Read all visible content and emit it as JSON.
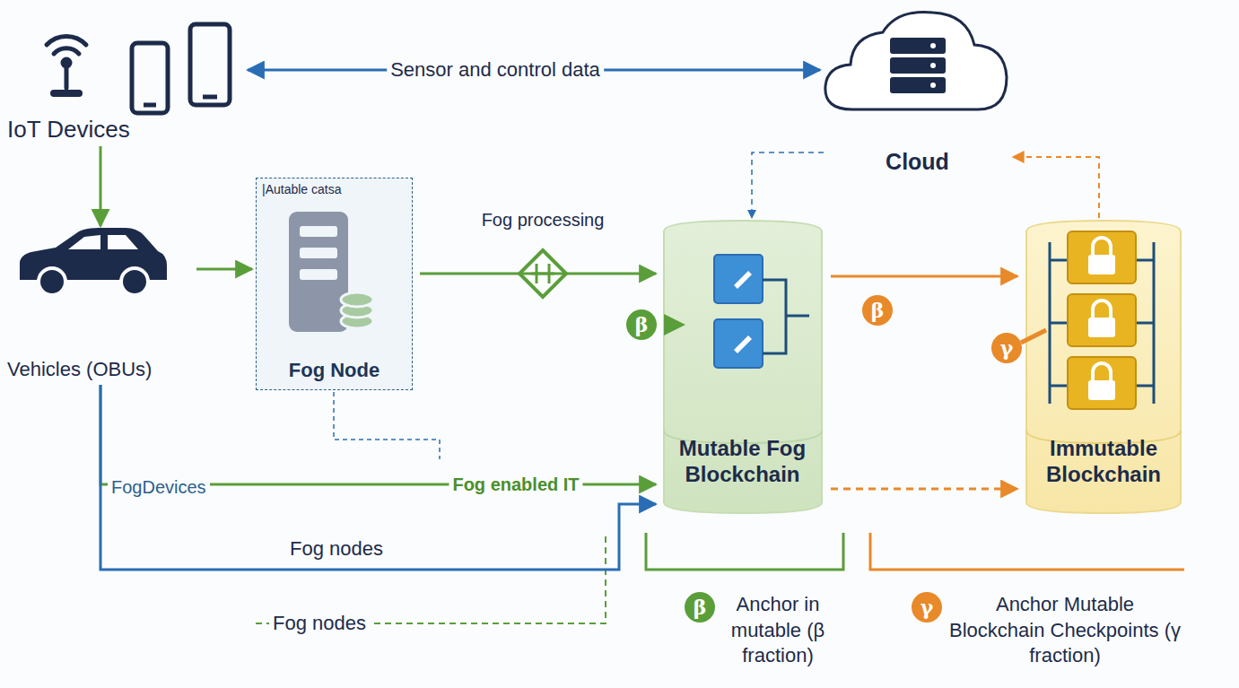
{
  "diagram": {
    "nodes": [
      {
        "text": [
          "IoT Devices"
        ]
      },
      {
        "text": [
          "Cloud"
        ]
      },
      {
        "text": [
          "Vehicles (OBUs)"
        ]
      },
      {
        "text": [
          "|Autable catsa",
          "Fog Node"
        ]
      },
      {
        "text": [
          "Mutable Fog Blockchain"
        ]
      },
      {
        "text": [
          "Immutable Blockchain"
        ]
      }
    ],
    "edges": [
      {
        "from": 0,
        "to": 1,
        "label": "Sensor and control data",
        "arrow": "both"
      },
      {
        "from": 0,
        "to": 2,
        "arrow": "to"
      },
      {
        "from": 2,
        "to": 3,
        "arrow": "to"
      },
      {
        "from": 3,
        "to": 4,
        "label": "Fog processing",
        "arrow": "to"
      },
      {
        "from": 4,
        "to": 5,
        "label": "β",
        "arrow": "to"
      },
      {
        "from": 4,
        "to": 5,
        "arrow": "to"
      },
      {
        "from": 1,
        "to": 4,
        "arrow": "to"
      },
      {
        "from": 5,
        "to": 1,
        "arrow": "to"
      },
      {
        "from": 2,
        "to": 4,
        "label": "Fog enabled IT",
        "arrow": "to"
      },
      {
        "from": 2,
        "to": 4,
        "label": "Fog nodes",
        "arrow": "to"
      }
    ],
    "labels": [
      "FogDevices",
      "Fog nodes",
      "β",
      "γ",
      "β",
      "Anchor in mutable (β fraction)",
      "γ",
      "Anchor Mutable Blockchain Checkpoints (γ fraction)"
    ]
  }
}
